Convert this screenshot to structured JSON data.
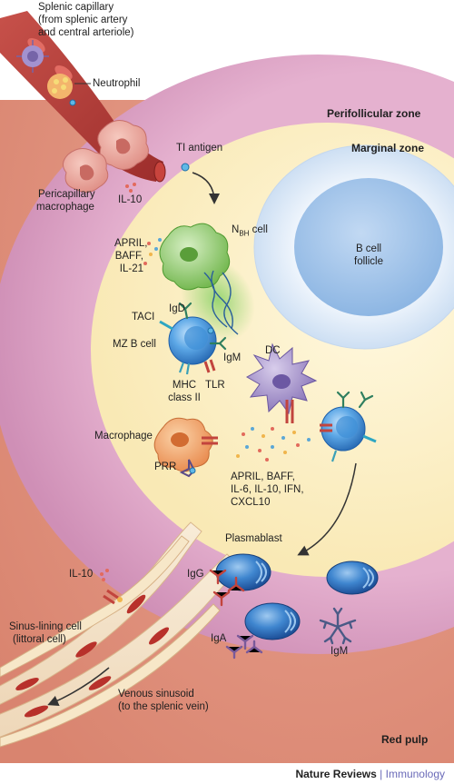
{
  "labels": {
    "splenic_capillary": "Splenic capillary",
    "splenic_capillary_sub1": "(from splenic artery",
    "splenic_capillary_sub2": "and central arteriole)",
    "neutrophil": "Neutrophil",
    "perifollicular_zone": "Perifollicular zone",
    "marginal_zone": "Marginal zone",
    "ti_antigen": "TI antigen",
    "pericapillary_macrophage_1": "Pericapillary",
    "pericapillary_macrophage_2": "macrophage",
    "il10_top": "IL-10",
    "nbh_cell_n": "N",
    "nbh_cell_sub": "BH",
    "nbh_cell_rest": " cell",
    "april_baff_il21_1": "APRIL,",
    "april_baff_il21_2": "BAFF,",
    "april_baff_il21_3": "IL-21",
    "b_cell_follicle_1": "B cell",
    "b_cell_follicle_2": "follicle",
    "igd": "IgD",
    "taci": "TACI",
    "mz_b_cell": "MZ B cell",
    "igm_receptor": "IgM",
    "mhc_1": "MHC",
    "mhc_2": "class II",
    "tlr": "TLR",
    "dc": "DC",
    "macrophage": "Macrophage",
    "prr": "PRR",
    "cytokines_1": "APRIL, BAFF,",
    "cytokines_2": "IL-6, IL-10, IFN,",
    "cytokines_3": "CXCL10",
    "plasmablast": "Plasmablast",
    "igg": "IgG",
    "iga": "IgA",
    "igm_secreted": "IgM",
    "il10_bottom": "IL-10",
    "sinus_lining_1": "Sinus-lining cell",
    "sinus_lining_2": "(littoral cell)",
    "venous_sinusoid_1": "Venous sinusoid",
    "venous_sinusoid_2": "(to the splenic vein)",
    "red_pulp": "Red pulp"
  },
  "footer": {
    "publisher": "Nature Reviews",
    "separator": "|",
    "journal": "Immunology"
  },
  "colors": {
    "red_pulp": "#e0907c",
    "perifollicular_zone": "#d99cbf",
    "marginal_zone": "#fbeec2",
    "follicle_outer": "#e7f0fb",
    "follicle_inner": "#9cc1e9",
    "vessel": "#b53a36",
    "b_cell": "#4a91d6",
    "plasmablast": "#2d6bb8",
    "dendritic_cell": "#9a86c4",
    "macrophage_orange": "#f0a36b",
    "nbh_cell": "#7ec35a"
  }
}
